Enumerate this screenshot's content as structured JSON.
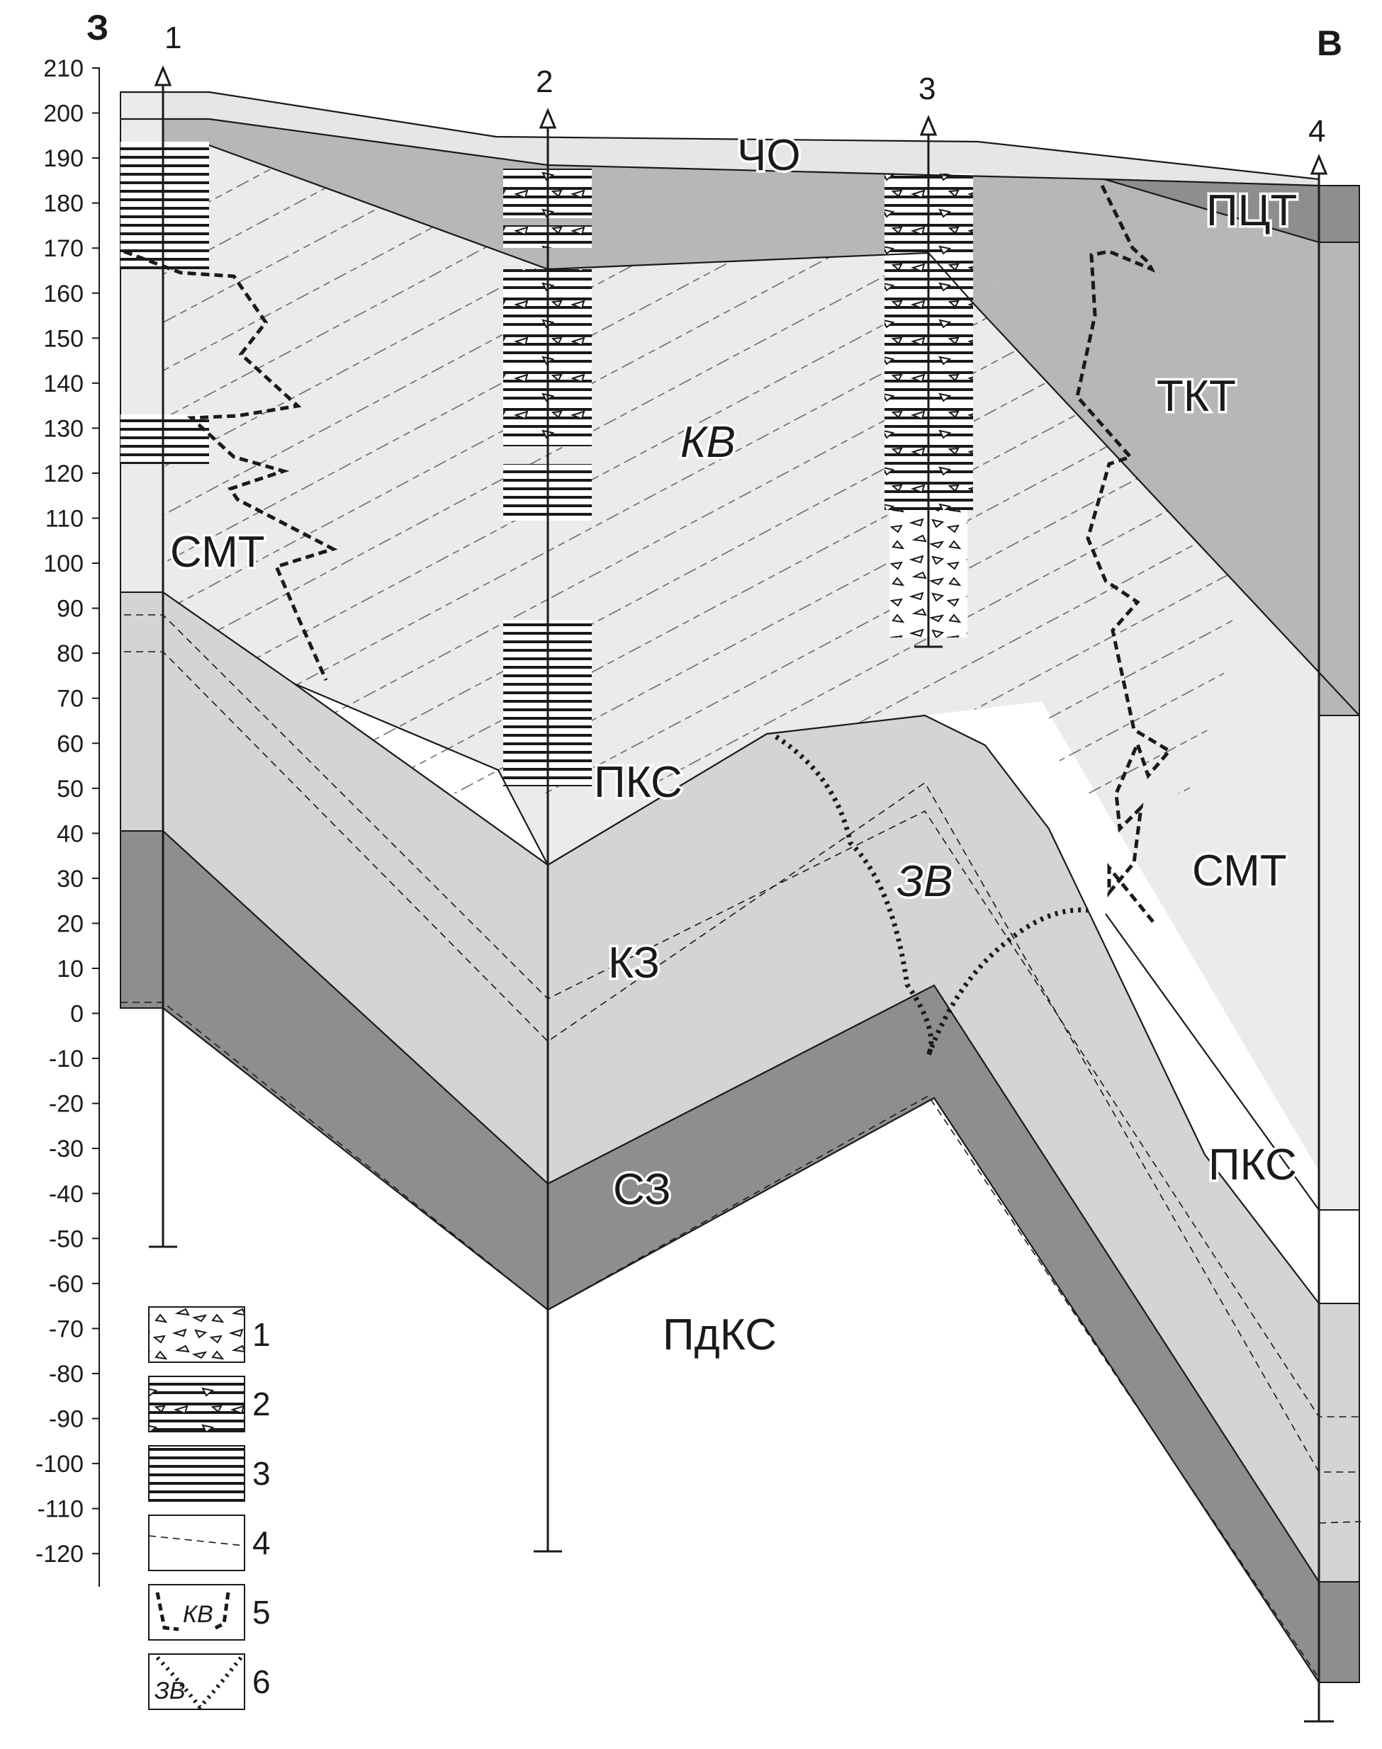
{
  "directions": {
    "west": "З",
    "east": "В"
  },
  "elevation_axis": {
    "ticks": [
      "210",
      "200",
      "190",
      "180",
      "170",
      "160",
      "150",
      "140",
      "130",
      "120",
      "110",
      "100",
      "90",
      "80",
      "70",
      "60",
      "50",
      "40",
      "30",
      "20",
      "10",
      "0",
      "-10",
      "-20",
      "-30",
      "-40",
      "-50",
      "-60",
      "-70",
      "-80",
      "-90",
      "-100",
      "-110",
      "-120"
    ]
  },
  "wells": [
    {
      "number": "1",
      "top_m": 205,
      "bottom_m": -55
    },
    {
      "number": "2",
      "top_m": 195,
      "bottom_m": -122
    },
    {
      "number": "3",
      "top_m": 194,
      "bottom_m": 81
    },
    {
      "number": "4",
      "top_m": 190,
      "bottom_m": -158
    }
  ],
  "units": {
    "cho": "ЧО",
    "pct": "ПЦТ",
    "tkt": "ТКТ",
    "kv": "КВ",
    "smt_west": "СМТ",
    "smt_east": "СМТ",
    "pks_center": "ПКС",
    "pks_east": "ПКС",
    "zv": "ЗВ",
    "kz": "КЗ",
    "sz": "СЗ",
    "pdks": "ПдКС"
  },
  "legend": [
    {
      "number": "1",
      "symbol": "breccia-pattern"
    },
    {
      "number": "2",
      "symbol": "breccia-lines-pattern"
    },
    {
      "number": "3",
      "symbol": "horizontal-lines-pattern"
    },
    {
      "number": "4",
      "symbol": "dashed-boundary"
    },
    {
      "number": "5",
      "symbol": "kv-zone-boundary",
      "inset_label": "КВ"
    },
    {
      "number": "6",
      "symbol": "zv-zone-boundary",
      "inset_label": "ЗВ"
    }
  ],
  "colors": {
    "cover": "#e6e6e6",
    "light": "#ebebeb",
    "medium": "#d4d4d4",
    "mid_dark": "#b7b7b7",
    "dark": "#8e8e8e",
    "line": "#1a1a1a"
  }
}
